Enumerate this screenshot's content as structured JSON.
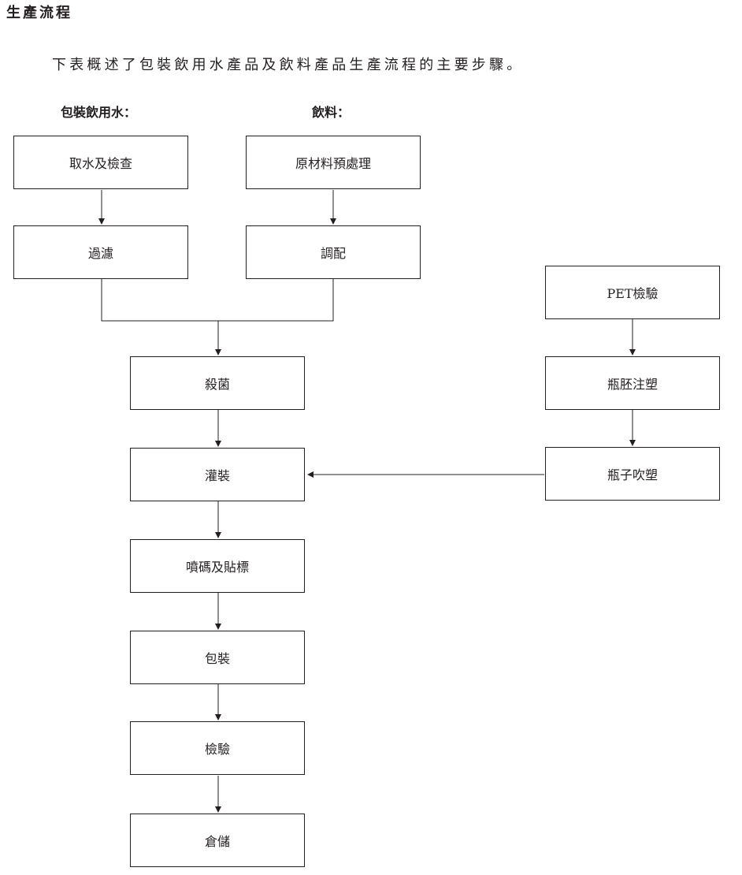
{
  "heading": "生產流程",
  "intro": "下表概述了包裝飲用水產品及飲料產品生產流程的主要步驟。",
  "columns": {
    "water": "包裝飲用水：",
    "beverage": "飲料："
  },
  "steps": {
    "water_intake": "取水及檢查",
    "filtration": "過濾",
    "raw_material": "原材料預處理",
    "blending": "調配",
    "sterilization": "殺菌",
    "filling": "灌裝",
    "coding_labeling": "噴碼及貼標",
    "packaging": "包裝",
    "inspection": "檢驗",
    "warehousing": "倉儲",
    "pet_inspection": "PET檢驗",
    "preform_injection": "瓶胚注塑",
    "bottle_blowing": "瓶子吹塑"
  }
}
